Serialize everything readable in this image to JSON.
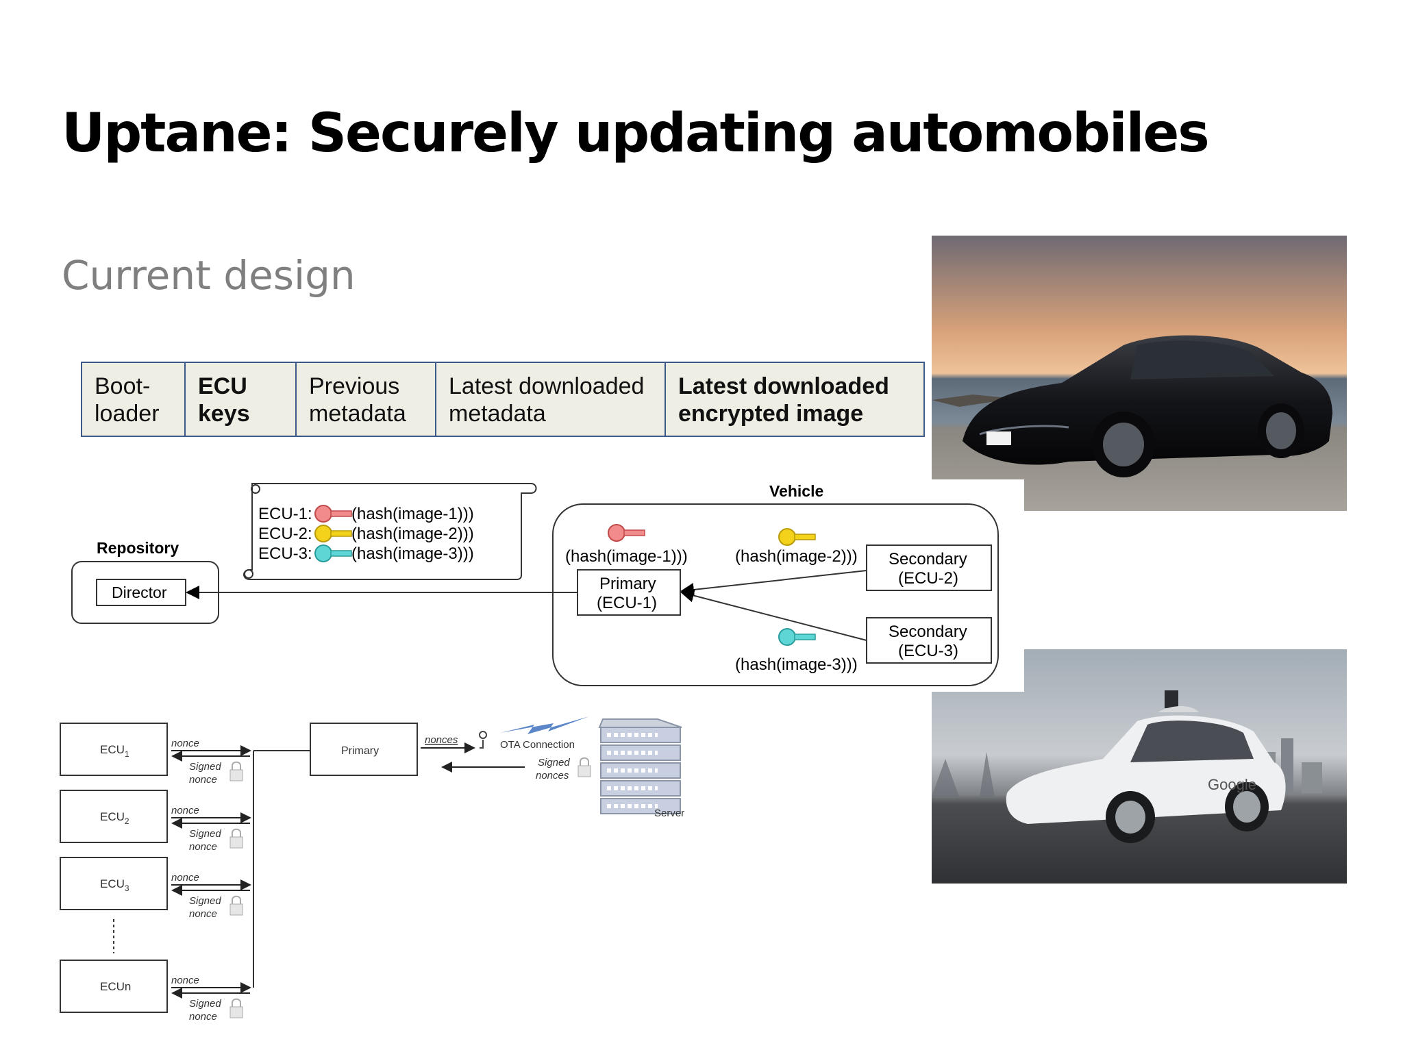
{
  "slide": {
    "title": "Uptane: Securely updating automobiles",
    "subtitle": "Current design"
  },
  "memory_layout": {
    "cells": [
      {
        "line1": "Boot-",
        "line2": "loader",
        "bold": false
      },
      {
        "line1": "ECU",
        "line2": "keys",
        "bold": true
      },
      {
        "line1": "Previous",
        "line2": "metadata",
        "bold": false
      },
      {
        "line1": "Latest downloaded",
        "line2": "metadata",
        "bold": false
      },
      {
        "line1": "Latest downloaded",
        "line2": "encrypted image",
        "bold": true
      }
    ]
  },
  "uptane_diagram": {
    "repository_label": "Repository",
    "director_label": "Director",
    "vehicle_label": "Vehicle",
    "scroll_lines": [
      {
        "ecu": "ECU-1:",
        "hash": "(hash(image-1)))",
        "key_color": "#f28b8b"
      },
      {
        "ecu": "ECU-2:",
        "hash": "(hash(image-2)))",
        "key_color": "#f2d21a"
      },
      {
        "ecu": "ECU-3:",
        "hash": "(hash(image-3)))",
        "key_color": "#5fd6d6"
      }
    ],
    "hash1": "(hash(image-1)))",
    "hash2": "(hash(image-2)))",
    "hash3": "(hash(image-3)))",
    "primary_line1": "Primary",
    "primary_line2": "(ECU-1)",
    "secondary2_line1": "Secondary",
    "secondary2_line2": "(ECU-2)",
    "secondary3_line1": "Secondary",
    "secondary3_line2": "(ECU-3)"
  },
  "time_server_diagram": {
    "ecus": [
      {
        "base": "ECU",
        "sub": "1"
      },
      {
        "base": "ECU",
        "sub": "2"
      },
      {
        "base": "ECU",
        "sub": "3"
      },
      {
        "base": "ECU",
        "sub": "n"
      }
    ],
    "nonce_label": "nonce",
    "signed_label_1": "Signed",
    "signed_label_2": "nonce",
    "primary_label": "Primary",
    "nonces_label": "nonces",
    "ota_label": "OTA Connection",
    "signed_nonces_1": "Signed",
    "signed_nonces_2": "nonces",
    "server_label": "Server"
  },
  "photos": {
    "tesla_icon": "tesla-model-s-photo",
    "google_icon": "google-self-driving-car-photo",
    "google_logo_text": "Google"
  },
  "colors": {
    "table_border": "#3a5a8c",
    "table_fill": "#efeee4",
    "subtitle": "#7f7f7f"
  }
}
